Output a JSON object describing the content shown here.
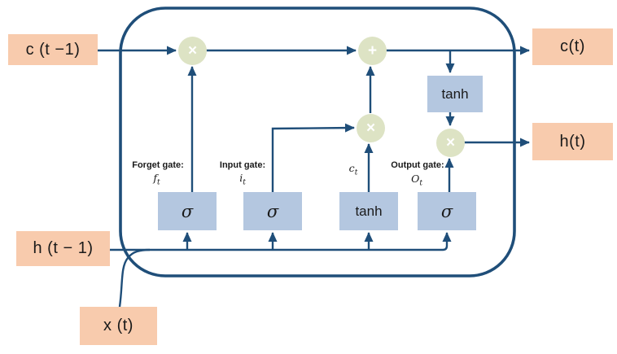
{
  "colors": {
    "line_navy": "#1F4E79",
    "io_box_fill": "#F8CBAD",
    "gate_box_fill": "#B4C7E0",
    "op_node_fill": "#DDE3C4",
    "op_glyph_color": "#FFFFFF",
    "text_color": "#1A1A1A"
  },
  "io": {
    "c_prev": "c (t −1)",
    "h_prev": "h (t − 1)",
    "x_in": "x (t)",
    "c_out": "c(t)",
    "h_out": "h(t)"
  },
  "operators": {
    "multiply": "×",
    "add": "+"
  },
  "blocks": {
    "sigma": "σ",
    "tanh": "tanh"
  },
  "gates": {
    "forget": {
      "label": "Forget gate:",
      "symbol_base": "f",
      "symbol_sub": "t"
    },
    "input": {
      "label": "Input gate:",
      "symbol_base": "i",
      "symbol_sub": "t"
    },
    "candidate": {
      "symbol_base": "c",
      "symbol_sub": "t"
    },
    "output": {
      "label": "Output gate:",
      "symbol_base": "O",
      "symbol_sub": "t"
    }
  }
}
